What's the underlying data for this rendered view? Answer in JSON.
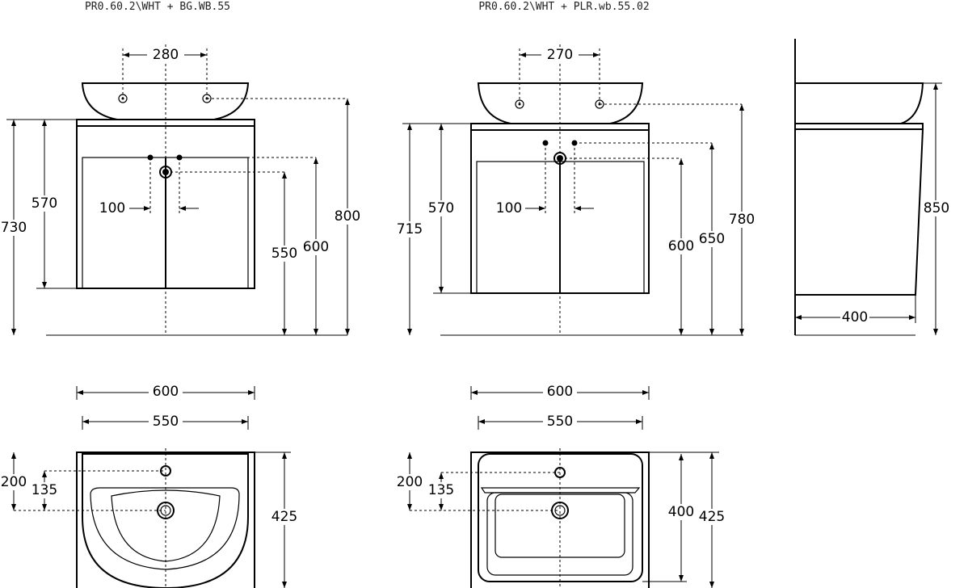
{
  "titles": {
    "left": "PR0.60.2\\WHT + BG.WB.55",
    "middle": "PR0.60.2\\WHT + PLR.wb.55.02"
  },
  "left_front": {
    "tap_spacing": "280",
    "total_height": "730",
    "cabinet_height": "570",
    "tap_center": "100",
    "drain_height": "550",
    "tap_height": "600",
    "basin_height": "800"
  },
  "middle_front": {
    "tap_spacing": "270",
    "total_height": "715",
    "cabinet_height": "570",
    "tap_center": "100",
    "drain_height": "600",
    "tap_height": "650",
    "basin_height": "780"
  },
  "side": {
    "height": "850",
    "depth": "400"
  },
  "left_top": {
    "cabinet_width": "600",
    "basin_width": "550",
    "tap_offset": "200",
    "drain_offset": "135",
    "depth": "425"
  },
  "middle_top": {
    "cabinet_width": "600",
    "basin_width": "550",
    "tap_offset": "200",
    "drain_offset": "135",
    "basin_depth": "400",
    "depth": "425"
  }
}
